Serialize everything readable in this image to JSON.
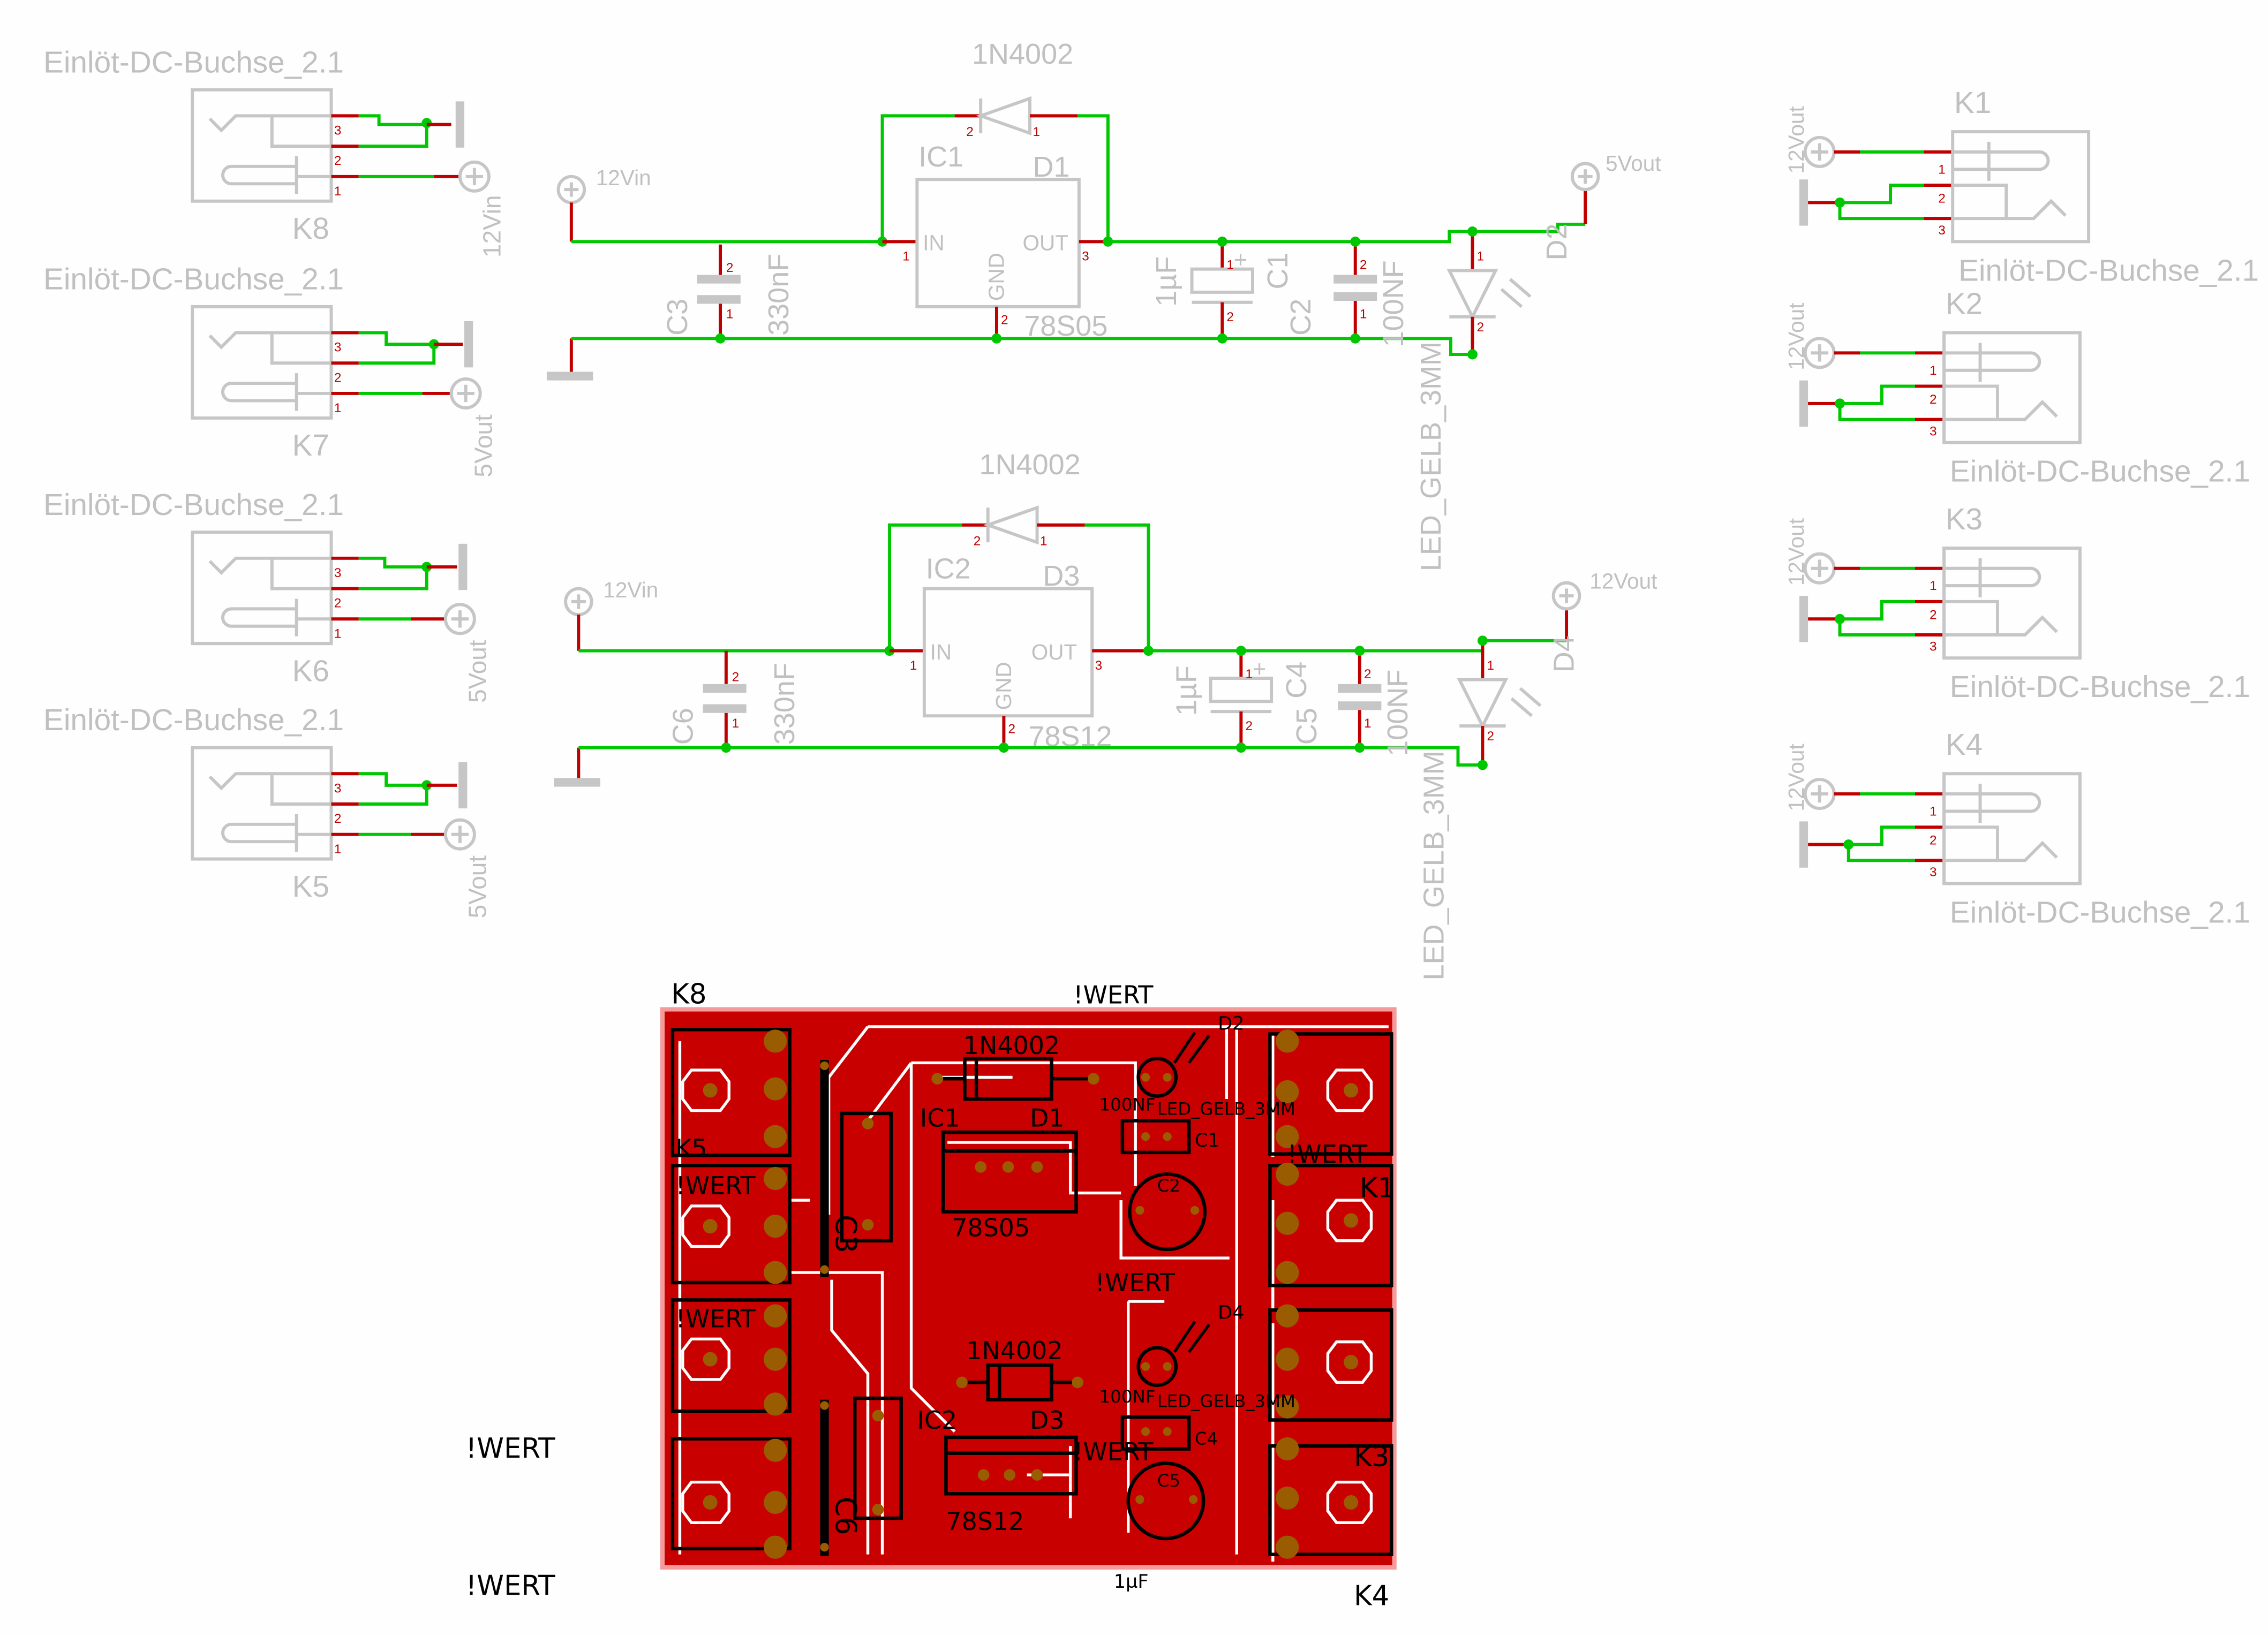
{
  "schematic": {
    "left_connectors": [
      {
        "ref": "K8",
        "value": "Einlöt-DC-Buchse_2.1",
        "supply": "12Vin",
        "pins": [
          "3",
          "2",
          "1"
        ]
      },
      {
        "ref": "K7",
        "value": "Einlöt-DC-Buchse_2.1",
        "supply": "5Vout",
        "pins": [
          "3",
          "2",
          "1"
        ]
      },
      {
        "ref": "K6",
        "value": "Einlöt-DC-Buchse_2.1",
        "supply": "5Vout",
        "pins": [
          "3",
          "2",
          "1"
        ]
      },
      {
        "ref": "K5",
        "value": "Einlöt-DC-Buchse_2.1",
        "supply": "5Vout",
        "pins": [
          "3",
          "2",
          "1"
        ]
      }
    ],
    "right_connectors": [
      {
        "ref": "K1",
        "value": "Einlöt-DC-Buchse_2.1",
        "supply": "12Vout",
        "pins": [
          "1",
          "2",
          "3"
        ]
      },
      {
        "ref": "K2",
        "value": "Einlöt-DC-Buchse_2.1",
        "supply": "12Vout",
        "pins": [
          "1",
          "2",
          "3"
        ]
      },
      {
        "ref": "K3",
        "value": "Einlöt-DC-Buchse_2.1",
        "supply": "12Vout",
        "pins": [
          "1",
          "2",
          "3"
        ]
      },
      {
        "ref": "K4",
        "value": "Einlöt-DC-Buchse_2.1",
        "supply": "12Vout",
        "pins": [
          "1",
          "2",
          "3"
        ]
      }
    ],
    "regulators": [
      {
        "input_label": "12Vin",
        "output_label": "5Vout",
        "ic_ref": "IC1",
        "ic_value": "78S05",
        "pin_in": "IN",
        "pin_out": "OUT",
        "pin_gnd": "GND",
        "diode_ref": "D1",
        "diode_value": "1N4002",
        "cin_ref": "C3",
        "cin_value": "330nF",
        "cel_ref": "C1",
        "cel_value": "1µF",
        "cout_ref": "C2",
        "cout_value": "100NF",
        "led_ref": "D2",
        "led_value": "LED_GELB_3MM",
        "pin_numbers": [
          "1",
          "2",
          "3"
        ]
      },
      {
        "input_label": "12Vin",
        "output_label": "12Vout",
        "ic_ref": "IC2",
        "ic_value": "78S12",
        "pin_in": "IN",
        "pin_out": "OUT",
        "pin_gnd": "GND",
        "diode_ref": "D3",
        "diode_value": "1N4002",
        "cin_ref": "C6",
        "cin_value": "330nF",
        "cel_ref": "C4",
        "cel_value": "1µF",
        "cout_ref": "C5",
        "cout_value": "100NF",
        "led_ref": "D4",
        "led_value": "LED_GELB_3MM",
        "pin_numbers": [
          "1",
          "2",
          "3"
        ]
      }
    ]
  },
  "board": {
    "labels": {
      "k8": "K8",
      "k5": "K5",
      "k1": "K1",
      "k3": "K3",
      "k4": "K4",
      "wert": "!WERT",
      "d1_value": "1N4002",
      "ic1_ref": "IC1",
      "d1_ref": "D1",
      "ic1_value": "78S05",
      "d3_value": "1N4002",
      "ic2_ref": "IC2",
      "d3_ref": "D3",
      "ic2_value": "78S12",
      "c2_value": "100NF",
      "led_value": "LED_GELB_3MM",
      "c1_ref": "C1",
      "c2_ref": "C2",
      "d2_ref": "D2",
      "d4_ref": "D4",
      "c4_ref": "C4",
      "c5_ref": "C5",
      "c5_value": "1µF",
      "c3": "C3",
      "c6": "C6"
    },
    "colors": {
      "copper": "#c80000",
      "outline": "#f59a9a",
      "pad": "#9a5c00",
      "silk": "#000000"
    }
  }
}
